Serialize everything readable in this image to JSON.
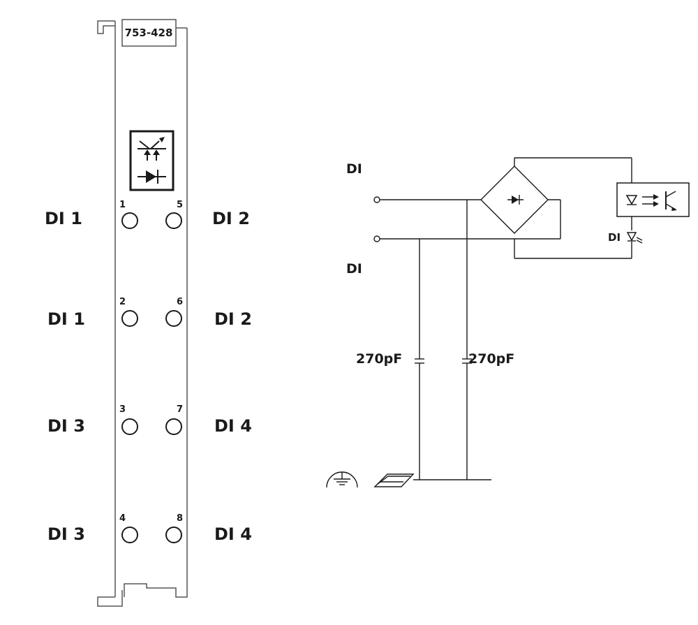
{
  "module": {
    "part_number": "753-428",
    "terminals": [
      {
        "left_num": "1",
        "right_num": "5",
        "left_label": "DI 1",
        "right_label": "DI 2"
      },
      {
        "left_num": "2",
        "right_num": "6",
        "left_label": "DI 1",
        "right_label": "DI 2"
      },
      {
        "left_num": "3",
        "right_num": "7",
        "left_label": "DI 3",
        "right_label": "DI 4"
      },
      {
        "left_num": "4",
        "right_num": "8",
        "left_label": "DI 3",
        "right_label": "DI 4"
      }
    ]
  },
  "schematic": {
    "input_top_label": "DI",
    "input_bottom_label": "DI",
    "cap_left_label": "270pF",
    "cap_right_label": "270pF",
    "led_label": "DI"
  }
}
